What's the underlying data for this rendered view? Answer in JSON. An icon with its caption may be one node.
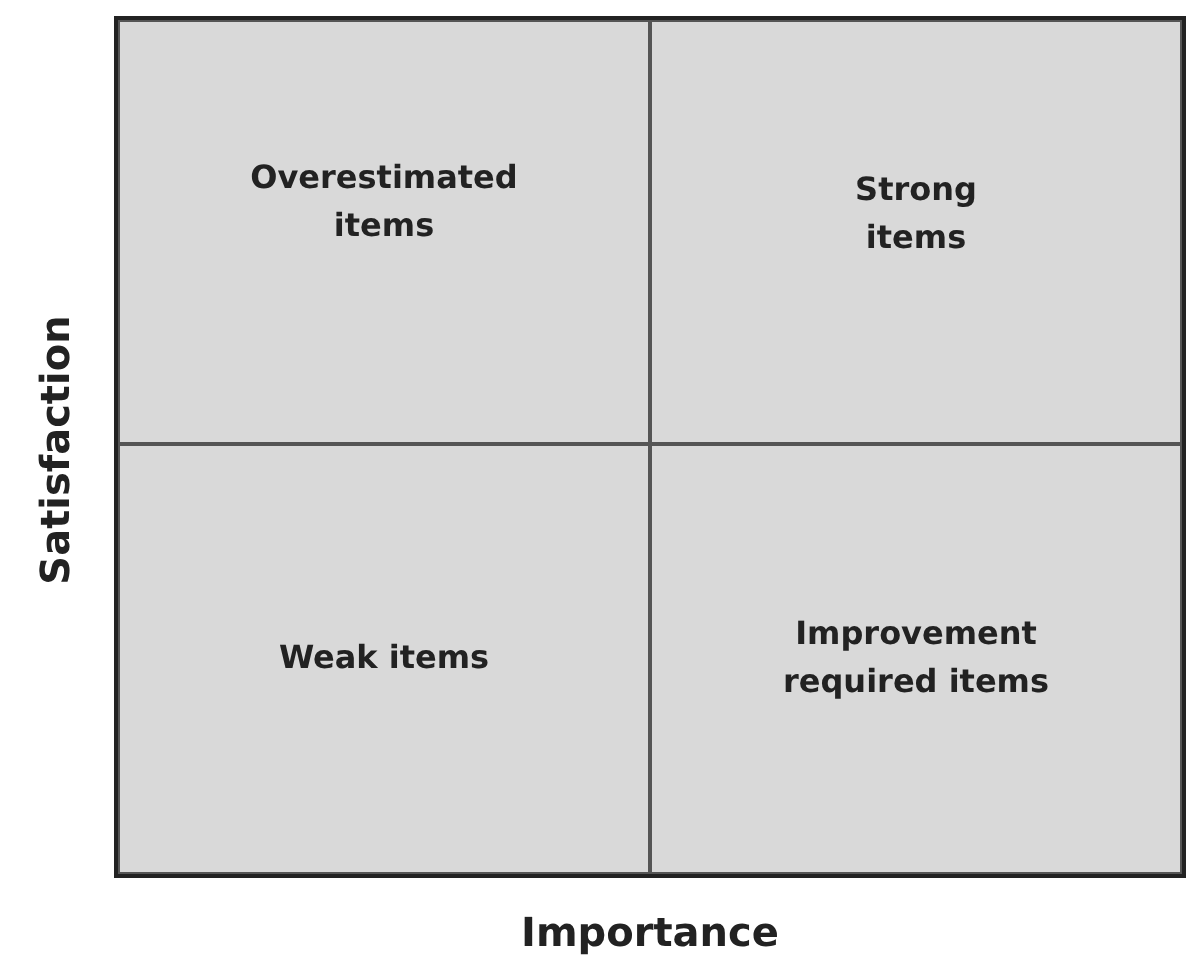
{
  "diagram": {
    "nodes": [
      {
        "text": [
          "Overestimated items"
        ]
      },
      {
        "text": [
          "Strong items"
        ]
      },
      {
        "text": [
          "Weak items"
        ]
      },
      {
        "text": [
          "Improvement required items"
        ]
      }
    ],
    "labels": [
      "Satisfaction",
      "Importance"
    ]
  }
}
